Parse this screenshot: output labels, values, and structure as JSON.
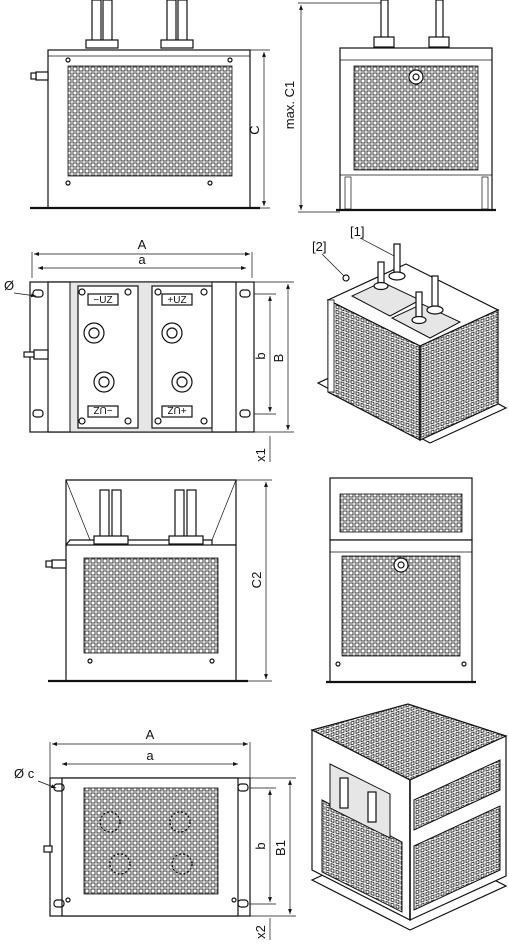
{
  "dimensions": {
    "top_side_height": "C",
    "top_front_height": "max. C1",
    "plan1_width_outer": "A",
    "plan1_width_inner": "a",
    "plan1_hole": "Ø",
    "plan1_depth_inner": "b",
    "plan1_depth_outer": "B",
    "plan1_offset": "x1",
    "mid_height": "C2",
    "plan2_width_outer": "A",
    "plan2_width_inner": "a",
    "plan2_hole": "Ø c",
    "plan2_depth_inner": "b",
    "plan2_depth_outer": "B1",
    "plan2_offset": "x2"
  },
  "callouts": {
    "item1": "[1]",
    "item2": "[2]"
  },
  "terminals": {
    "top_left": "−UZ",
    "top_right": "+UZ",
    "bottom_left": "−UZ",
    "bottom_right": "+UZ"
  }
}
